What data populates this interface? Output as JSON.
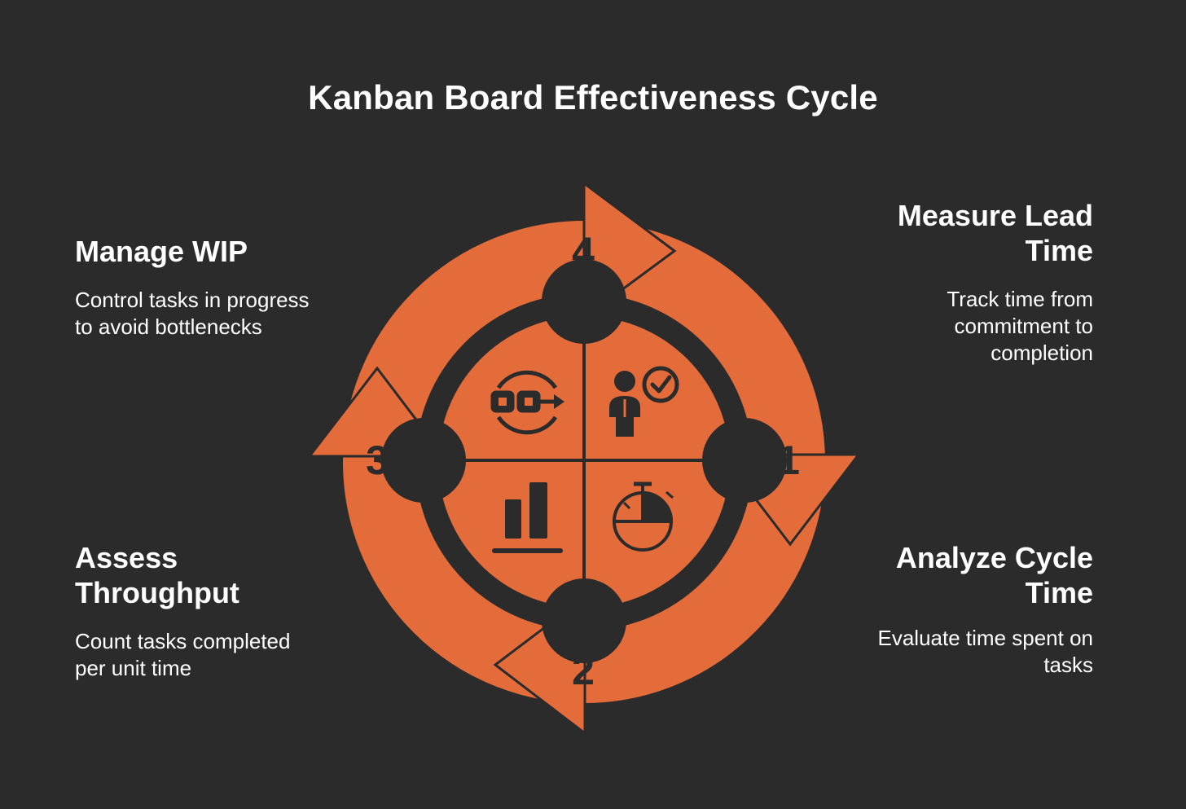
{
  "title": "Kanban Board Effectiveness Cycle",
  "colors": {
    "background": "#2b2b2b",
    "accent": "#e46b3a",
    "text": "#ffffff"
  },
  "steps": [
    {
      "number": "1",
      "heading": "Measure Lead Time",
      "description": "Track time from commitment to completion",
      "icon": "person-check-icon"
    },
    {
      "number": "2",
      "heading": "Analyze Cycle Time",
      "description": "Evaluate time spent on tasks",
      "icon": "stopwatch-icon"
    },
    {
      "number": "3",
      "heading": "Assess Throughput",
      "description": "Count tasks completed per unit time",
      "icon": "bar-chart-icon"
    },
    {
      "number": "4",
      "heading": "Manage WIP",
      "description": "Control tasks in progress to avoid bottlenecks",
      "icon": "workflow-cycle-icon"
    }
  ]
}
